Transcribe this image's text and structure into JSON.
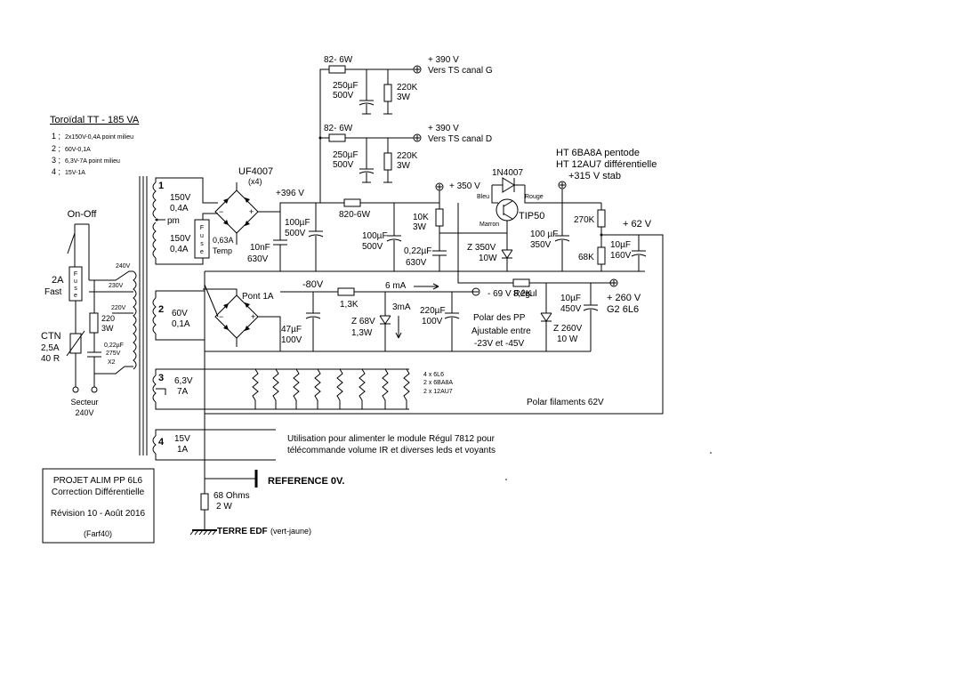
{
  "colors": {
    "ink": "#000000",
    "paper": "#ffffff"
  },
  "title_block": {
    "line1": "PROJET  ALIM  PP 6L6",
    "line2": "Correction Différentielle",
    "line3": "Révision 10 - Août 2016",
    "line4": "(Farf40)"
  },
  "transformer": {
    "title": "Toroïdal TT - 185 VA",
    "legend": [
      {
        "n": "1 ;",
        "text": "2x150V-0,4A point milieu"
      },
      {
        "n": "2 ;",
        "text": "60V-0,1A"
      },
      {
        "n": "3 ;",
        "text": "6,3V-7A point milieu"
      },
      {
        "n": "4 ;",
        "text": "15V-1A"
      }
    ],
    "winding1": {
      "num": "1",
      "v_top": "150V",
      "a_top": "0,4A",
      "pm": "pm",
      "v_bot": "150V",
      "a_bot": "0,4A"
    },
    "winding2": {
      "num": "2",
      "v": "60V",
      "a": "0,1A"
    },
    "winding3": {
      "num": "3",
      "v": "6,3V",
      "a": "7A"
    },
    "winding4": {
      "num": "4",
      "v": "15V",
      "a": "1A"
    },
    "taps": [
      "240V",
      "230V",
      "220V"
    ]
  },
  "mains": {
    "switch": "On-Off",
    "fuse_rating": "2A",
    "fuse_type": "Fast",
    "fuse_letters": [
      "F",
      "u",
      "s",
      "e"
    ],
    "ctn": "CTN",
    "ctn_a": "2,5A",
    "ctn_r": "40 R",
    "r220": "220",
    "r220_w": "3W",
    "cap_v": "0,22µF",
    "cap_rating": "275V",
    "cap_class": "X2",
    "sector": "Secteur",
    "sector_v": "240V"
  },
  "ht": {
    "bridge": "UF4007",
    "bridge_count": "(x4)",
    "fuse_letters": [
      "F",
      "u",
      "s",
      "e"
    ],
    "fuse_rating": "0,63A",
    "fuse_type": "Temp",
    "v396": "+396 V",
    "c10n": "10nF",
    "c10n_v": "630V",
    "c100_1": "100µF",
    "c100_1_v": "500V",
    "r820": "820-6W",
    "c100_2": "100µF",
    "c100_2_v": "500V",
    "r82_top": "82- 6W",
    "r82_mid": "82- 6W",
    "c250_top": "250µF",
    "c250_top_v": "500V",
    "r220k_top": "220K",
    "r220k_top_w": "3W",
    "c250_mid": "250µF",
    "c250_mid_v": "500V",
    "r220k_mid": "220K",
    "r220k_mid_w": "3W",
    "v390_g": "+ 390 V",
    "v390_g_dest": "Vers TS canal G",
    "v390_d": "+ 390 V",
    "v390_d_dest": "Vers TS canal  D",
    "v350": "+ 350 V",
    "r10k": "10K",
    "r10k_w": "3W",
    "c022": "0,22µF",
    "c022_v": "630V",
    "z350": "Z  350V",
    "z350_w": "10W",
    "diode": "1N4007",
    "bleu": "Bleu",
    "rouge": "Rouge",
    "marron": "Marron",
    "transistor": "TIP50",
    "c100_3": "100 µF",
    "c100_3_v": "350V",
    "ht_label1": "HT 6BA8A pentode",
    "ht_label2": "HT 12AU7 différentielle",
    "ht_label3": "+315 V stab",
    "r270k": "270K",
    "r68k": "68K",
    "c10u": "10µF",
    "c10u_v": "160V",
    "v62": "+ 62 V"
  },
  "bias": {
    "bridge": "Pont 1A",
    "v80": "-80V",
    "i6": "6 mA",
    "r13k": "1,3K",
    "c47": "47µF",
    "c47_v": "100V",
    "z68": "Z 68V",
    "z68_w": "1,3W",
    "i3": "3mA",
    "c220": "220µF",
    "c220_v": "100V",
    "v69": "- 69 V  Régul",
    "polar1": "Polar des PP",
    "polar2": "Ajustable entre",
    "polar3": "-23V  et  -45V",
    "r82k": "8,2K",
    "c10u2": "10µF",
    "c10u2_v": "450V",
    "v260": "+ 260 V",
    "g2": "G2  6L6",
    "z260": "Z 260V",
    "z260_w": "10 W"
  },
  "heater": {
    "list": [
      "4 x 6L6",
      "2 x 6BA8A",
      "2 x 12AU7"
    ],
    "polar": "Polar filaments 62V"
  },
  "aux": {
    "line1": "Utilisation pour alimenter le module Régul 7812 pour",
    "line2": "télécommande volume IR et diverses leds et voyants"
  },
  "ground": {
    "reference": "REFERENCE  0V.",
    "r68": "68 Ohms",
    "r68_w": "2  W",
    "earth": "TERRE EDF",
    "earth_note": "(vert-jaune)"
  }
}
